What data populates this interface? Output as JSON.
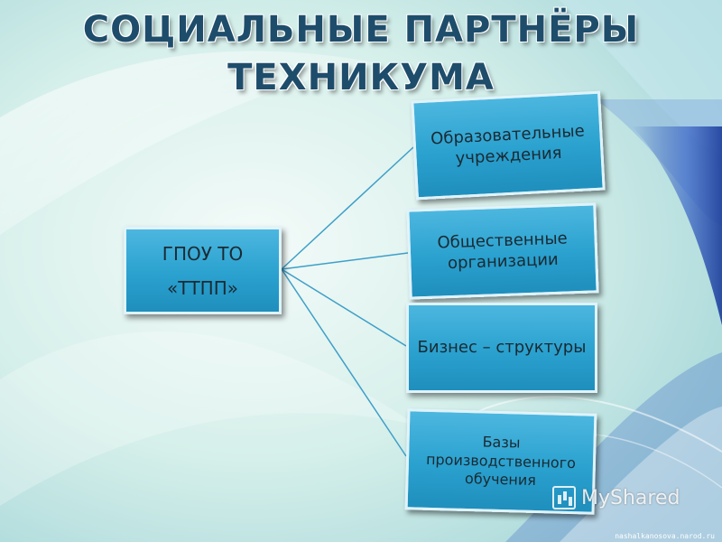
{
  "title": {
    "line1": "СОЦИАЛЬНЫЕ ПАРТНЁРЫ",
    "line2": "ТЕХНИКУМА"
  },
  "center": {
    "line1": "ГПОУ  ТО",
    "line2": "«ТТПП»"
  },
  "partners": [
    {
      "line1": "Образовательные",
      "line2": "учреждения",
      "line3": ""
    },
    {
      "line1": "Общественные",
      "line2": "организации",
      "line3": ""
    },
    {
      "line1": "Бизнес – структуры",
      "line2": "",
      "line3": ""
    },
    {
      "line1": "Базы",
      "line2": "производственного",
      "line3": "обучения"
    }
  ],
  "watermark": {
    "brand": "MyShared",
    "site": "nashalkanosova.narod.ru"
  },
  "colors": {
    "box_fill": "#2aa1cf",
    "box_border": "#dff3fb",
    "title_color": "#1e4d6b",
    "connector": "#3e9fc8"
  }
}
